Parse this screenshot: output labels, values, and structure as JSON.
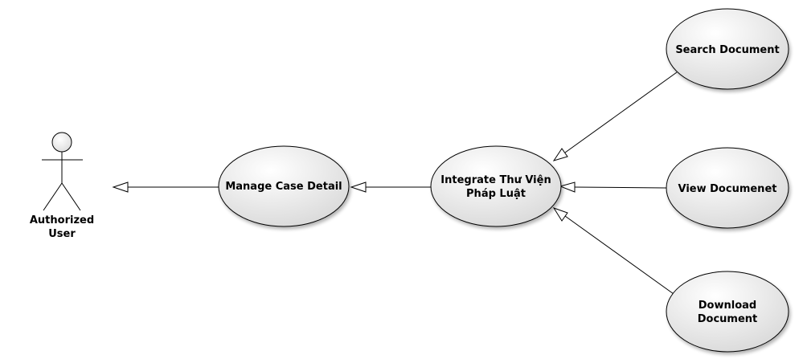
{
  "actor": {
    "label_line1": "Authorized",
    "label_line2": "User"
  },
  "use_cases": {
    "manage": {
      "label": "Manage Case Detail"
    },
    "integrate": {
      "label_line1": "Integrate Thư Viện",
      "label_line2": "Pháp Luật"
    },
    "search": {
      "label": "Search Document"
    },
    "view": {
      "label": "View Documenet"
    },
    "download": {
      "label_line1": "Download",
      "label_line2": "Document"
    }
  },
  "colors": {
    "ellipse_fill_light": "#ffffff",
    "ellipse_fill_dark": "#dcdcdc",
    "stroke": "#000000"
  }
}
